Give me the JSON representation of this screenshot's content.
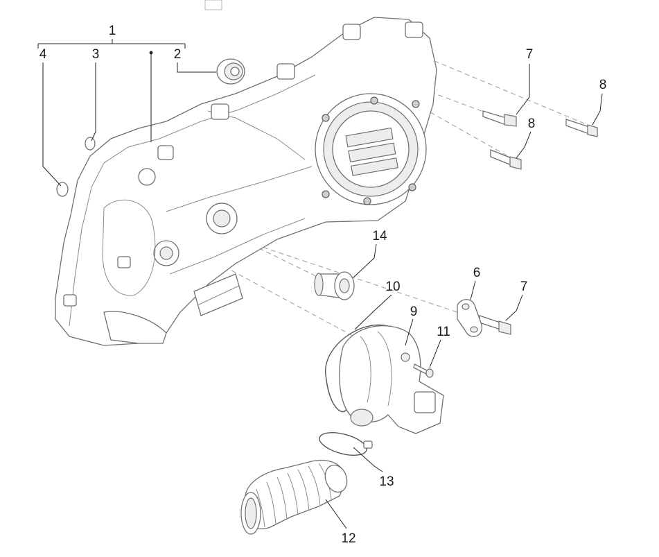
{
  "callouts": {
    "c1": "1",
    "c2": "2",
    "c3": "3",
    "c4": "4",
    "c6": "6",
    "c7a": "7",
    "c7b": "7",
    "c8a": "8",
    "c8b": "8",
    "c9": "9",
    "c10": "10",
    "c11": "11",
    "c12": "12",
    "c13": "13",
    "c14": "14"
  }
}
